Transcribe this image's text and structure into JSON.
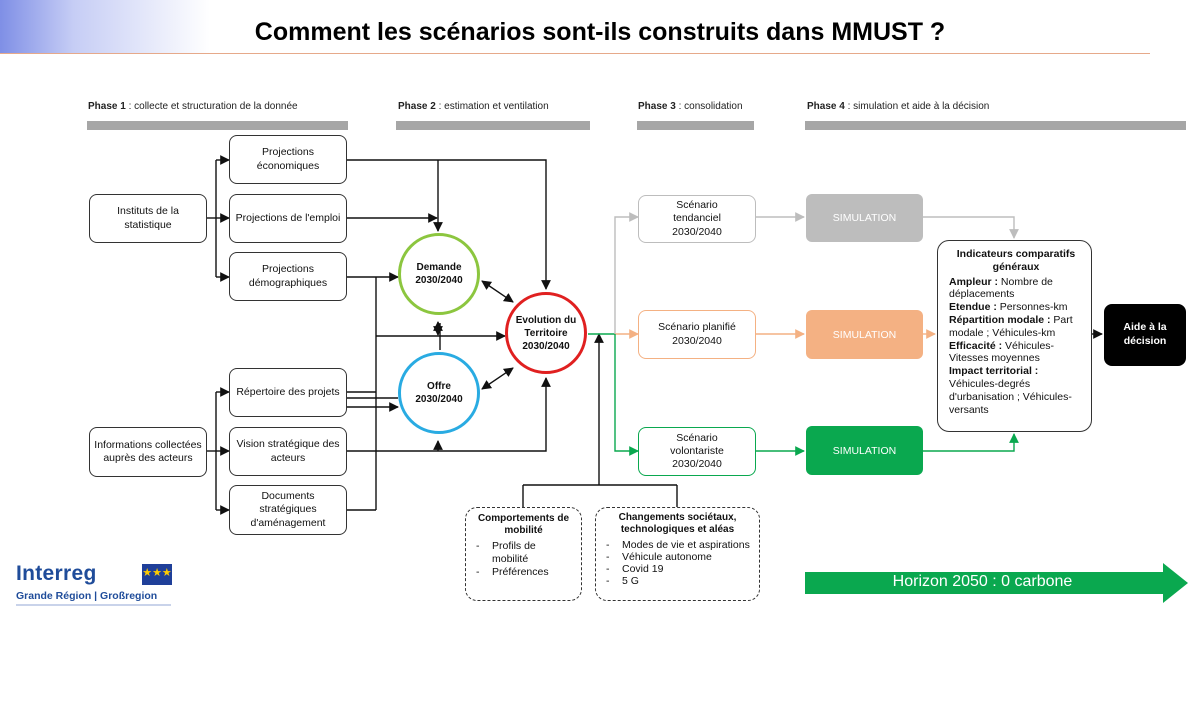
{
  "title": "Comment les scénarios sont-ils construits dans MMUST ?",
  "phases": [
    {
      "label": "Phase 1",
      "desc": " : collecte et structuration de la donnée"
    },
    {
      "label": "Phase 2",
      "desc": " : estimation et ventilation"
    },
    {
      "label": "Phase 3",
      "desc": " : consolidation"
    },
    {
      "label": "Phase 4",
      "desc": " : simulation et aide à la décision"
    }
  ],
  "sources": {
    "instituts": "Instituts de la statistique",
    "informations": "Informations collectées auprès des acteurs"
  },
  "inputs": {
    "proj_eco": "Projections économiques",
    "proj_emploi": "Projections de l'emploi",
    "proj_demo": "Projections démographiques",
    "repertoire": "Répertoire des projets",
    "vision": "Vision stratégique des acteurs",
    "documents": "Documents stratégiques d'aménagement"
  },
  "circles": {
    "demande": "Demande 2030/2040",
    "offre": "Offre 2030/2040",
    "evolution": "Evolution du Territoire 2030/2040"
  },
  "scenarios": {
    "tendanciel": "Scénario tendanciel 2030/2040",
    "planifie": "Scénario planifié 2030/2040",
    "volontariste": "Scénario volontariste 2030/2040"
  },
  "simulation_label": "SIMULATION",
  "colors": {
    "demande_ring": "#8cc63f",
    "offre_ring": "#29abe2",
    "evolution_ring": "#e02020",
    "tendanciel": "#bdbdbd",
    "planifie": "#f4b183",
    "volontariste": "#0aa84f",
    "phase_bar": "#a6a6a6"
  },
  "indicateurs": {
    "title": "Indicateurs comparatifs généraux",
    "items": [
      {
        "name": "Ampleur :",
        "value": " Nombre de déplacements"
      },
      {
        "name": "Etendue :",
        "value": " Personnes-km"
      },
      {
        "name": "Répartition modale :",
        "value": " Part modale ; Véhicules-km"
      },
      {
        "name": "Efficacité :",
        "value": " Véhicules-Vitesses moyennes"
      },
      {
        "name": "Impact territorial :",
        "value": " Véhicules-degrés d'urbanisation ; Véhicules-versants"
      }
    ]
  },
  "aide": "Aide à la décision",
  "comportements": {
    "title": "Comportements de mobilité",
    "items": [
      "Profils de mobilité",
      "Préférences"
    ]
  },
  "changements": {
    "title": "Changements sociétaux, technologiques et aléas",
    "items": [
      "Modes de vie et aspirations",
      "Véhicule autonome",
      "Covid 19",
      "5 G"
    ]
  },
  "horizon": "Horizon 2050 : 0 carbone",
  "logo": {
    "name": "Interreg",
    "subtitle": "Grande Région | Großregion",
    "flag": "★★★"
  }
}
